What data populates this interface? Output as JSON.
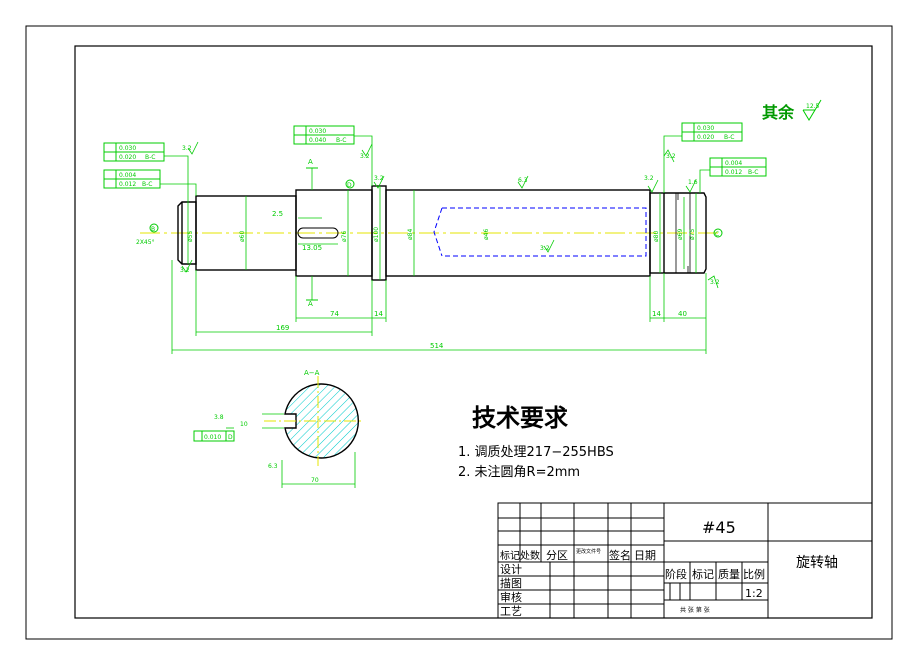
{
  "surface_note": {
    "text": "其余",
    "roughness": "12.5"
  },
  "tech_requirements": {
    "title": "技术要求",
    "items": [
      "1. 调质处理217−255HBS",
      "2. 未注圆角R=2mm"
    ]
  },
  "section": {
    "label": "A−A",
    "cut_label": "A",
    "key_dims": [
      "3.8",
      "10",
      "70"
    ],
    "tolerance": [
      "0.010",
      "D"
    ],
    "roughness": "6.3"
  },
  "dimensions": {
    "lengths": [
      "2.5",
      "13.05",
      "74",
      "14",
      "169",
      "514",
      "14",
      "40"
    ],
    "diameters": [
      "ø55",
      "ø60",
      "ø76",
      "ø100",
      "ø84",
      "ø46",
      "ø80",
      "ø69",
      "ø75"
    ],
    "chamfer": "2X45°",
    "roughness": [
      "3.2",
      "3.2",
      "3.2",
      "6.3",
      "3.2",
      "3.2",
      "3.2",
      "1.6",
      "3.2",
      "3.2"
    ]
  },
  "datums": {
    "b": "B",
    "c": "C",
    "d": "D"
  },
  "fcf": {
    "left_top": [
      [
        "0.030",
        ""
      ],
      [
        "0.020",
        "B-C"
      ]
    ],
    "left_mid": [
      [
        "0.004",
        ""
      ],
      [
        "0.012",
        "B-C"
      ]
    ],
    "center": [
      [
        "0.030",
        ""
      ],
      [
        "0.040",
        "B-C"
      ]
    ],
    "right_top": [
      [
        "0.030",
        ""
      ],
      [
        "0.020",
        "B-C"
      ]
    ],
    "right_mid": [
      [
        "0.004",
        ""
      ],
      [
        "0.012",
        "B-C"
      ]
    ]
  },
  "title_block": {
    "material": "#45",
    "part_name": "旋转轴",
    "scale": "1:2",
    "headers": [
      "标记",
      "处数",
      "分区",
      "更改文件号",
      "签名",
      "日期"
    ],
    "rows": [
      "设计",
      "描图",
      "审核",
      "工艺"
    ],
    "stage_headers": [
      "阶段",
      "标记",
      "质量",
      "比例"
    ],
    "sheet_text": "共 张  第 张"
  },
  "colors": {
    "outline": "#000000",
    "dimension": "#00cc00",
    "centerline": "#e6e600",
    "hidden": "#0000ff",
    "hatch": "#00cccc"
  }
}
